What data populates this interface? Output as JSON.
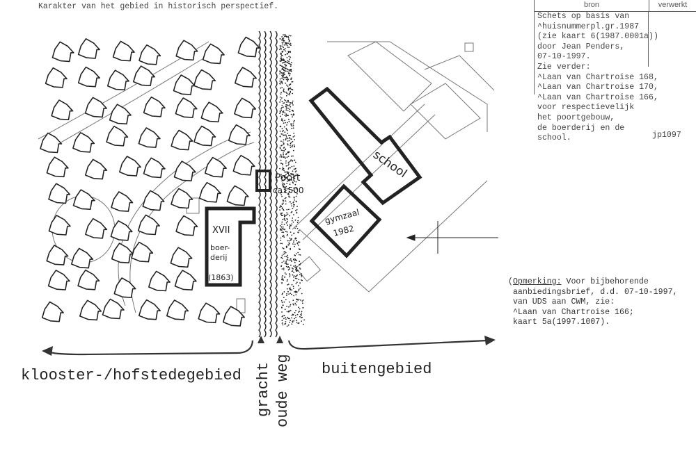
{
  "header": {
    "title": "Karakter van het gebied in historisch perspectief."
  },
  "source_table": {
    "col_bron": "bron",
    "col_verwerkt": "verwerkt",
    "bron_lines": [
      "Schets op basis van",
      "^huisnummerpl.gr.1987",
      "(zie kaart 6(1987.0001a))",
      "door Jean Penders,",
      "07-10-1997.",
      "Zie verder:",
      "^Laan van Chartroise 168,",
      "^Laan van Chartroise 170,",
      "^Laan van Chartroise 166,",
      "voor respectievelijk",
      "het poortgebouw,",
      "de boerderij en de",
      "school."
    ],
    "code": "jp1097"
  },
  "note": {
    "label": "Opmerking:",
    "first_line_rest": " Voor bijbehorende",
    "lines": [
      "aanbiedingsbrief, d.d. 07-10-1997,",
      "van UDS aan CWM, zie:",
      "^Laan van Chartroise 166;",
      "kaart 5a(1997.1007)."
    ]
  },
  "map": {
    "labels": {
      "poort": "Poort",
      "poort_date": "ca1500",
      "school": "school",
      "gymzaal": "gymzaal",
      "gymzaal_year": "1982",
      "boerderij_roman": "XVII",
      "boerderij_1": "boer-",
      "boerderij_2": "derij",
      "boerderij_year": "(1863)"
    },
    "zones": {
      "left": "klooster-/hofstedegebied",
      "right": "buitengebied",
      "gracht": "gracht",
      "oude_weg": "oude weg"
    }
  }
}
